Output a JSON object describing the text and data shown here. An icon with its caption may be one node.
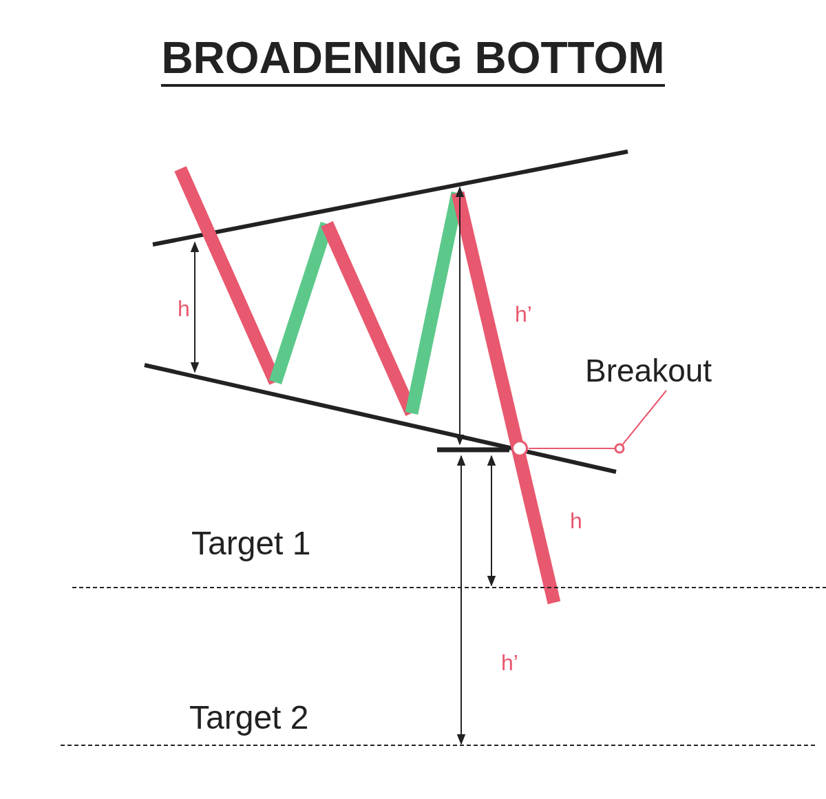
{
  "diagram": {
    "title": "BROADENING BOTTOM",
    "nodes": [
      {
        "text": [
          "Breakout"
        ]
      },
      {
        "text": [],
        "shape": "circle"
      }
    ],
    "edges": [
      {
        "from": 0,
        "to": 1,
        "arrow": "none"
      }
    ],
    "labels": [
      "h",
      "h’",
      "h",
      "Target 1",
      "h’",
      "Target 2"
    ]
  }
}
